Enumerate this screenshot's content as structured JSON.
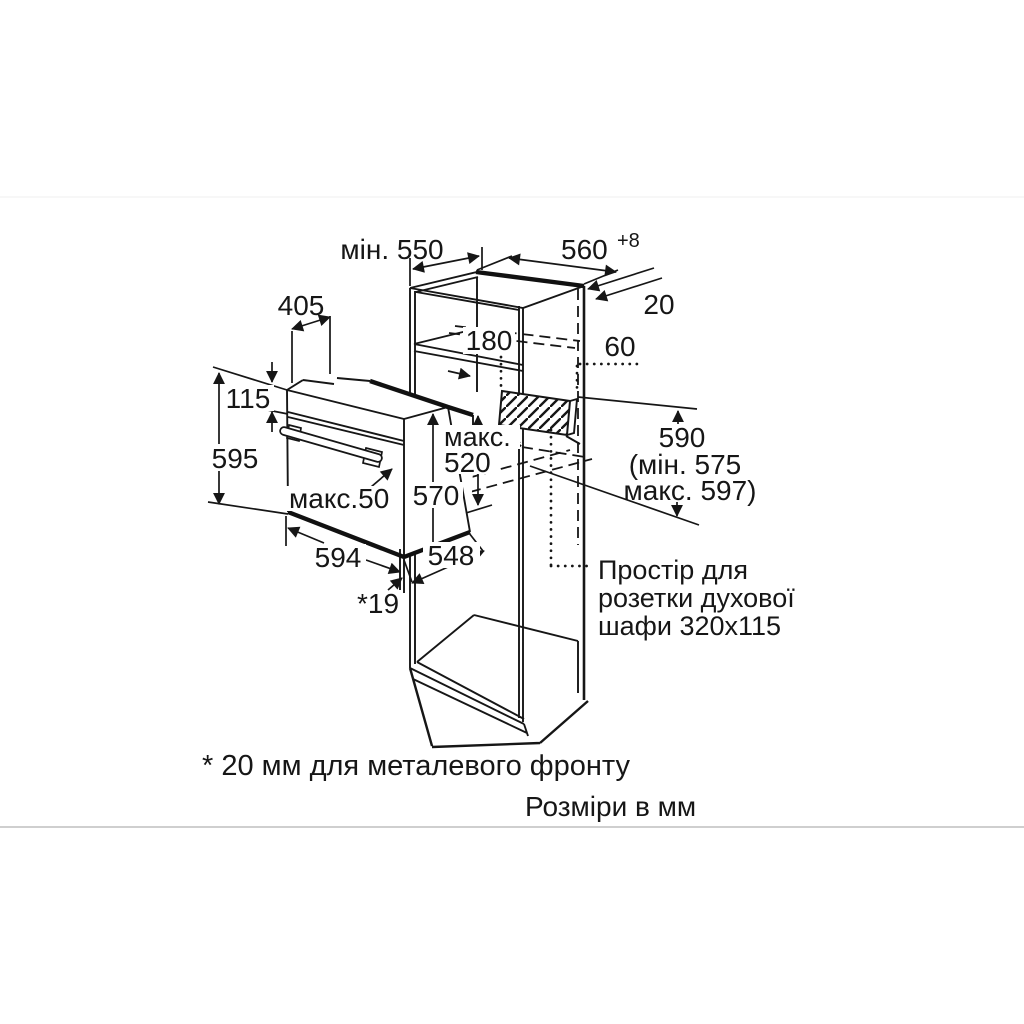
{
  "diagram": {
    "dimensions": {
      "depth_min": "мін. 550",
      "width": "560",
      "width_tolerance": "+8",
      "back_gap": "20",
      "top_depth": "405",
      "shelf_height": "180",
      "socket_offset": "60",
      "panel_height": "115",
      "oven_height": "595",
      "max_word": "макс.",
      "max_depth": "520",
      "side_height": "570",
      "handle_max": "макс.50",
      "niche_height": "590",
      "niche_min": "(мін. 575",
      "niche_max": "макс. 597)",
      "front_width": "594",
      "body_depth": "548",
      "gap_note": "*19"
    },
    "socket_note": {
      "line1": "Простір для",
      "line2": "розетки духової",
      "line3": "шафи 320x115"
    },
    "footnote": "* 20 мм для металевого фронту",
    "units_note": "Розміри в мм"
  }
}
